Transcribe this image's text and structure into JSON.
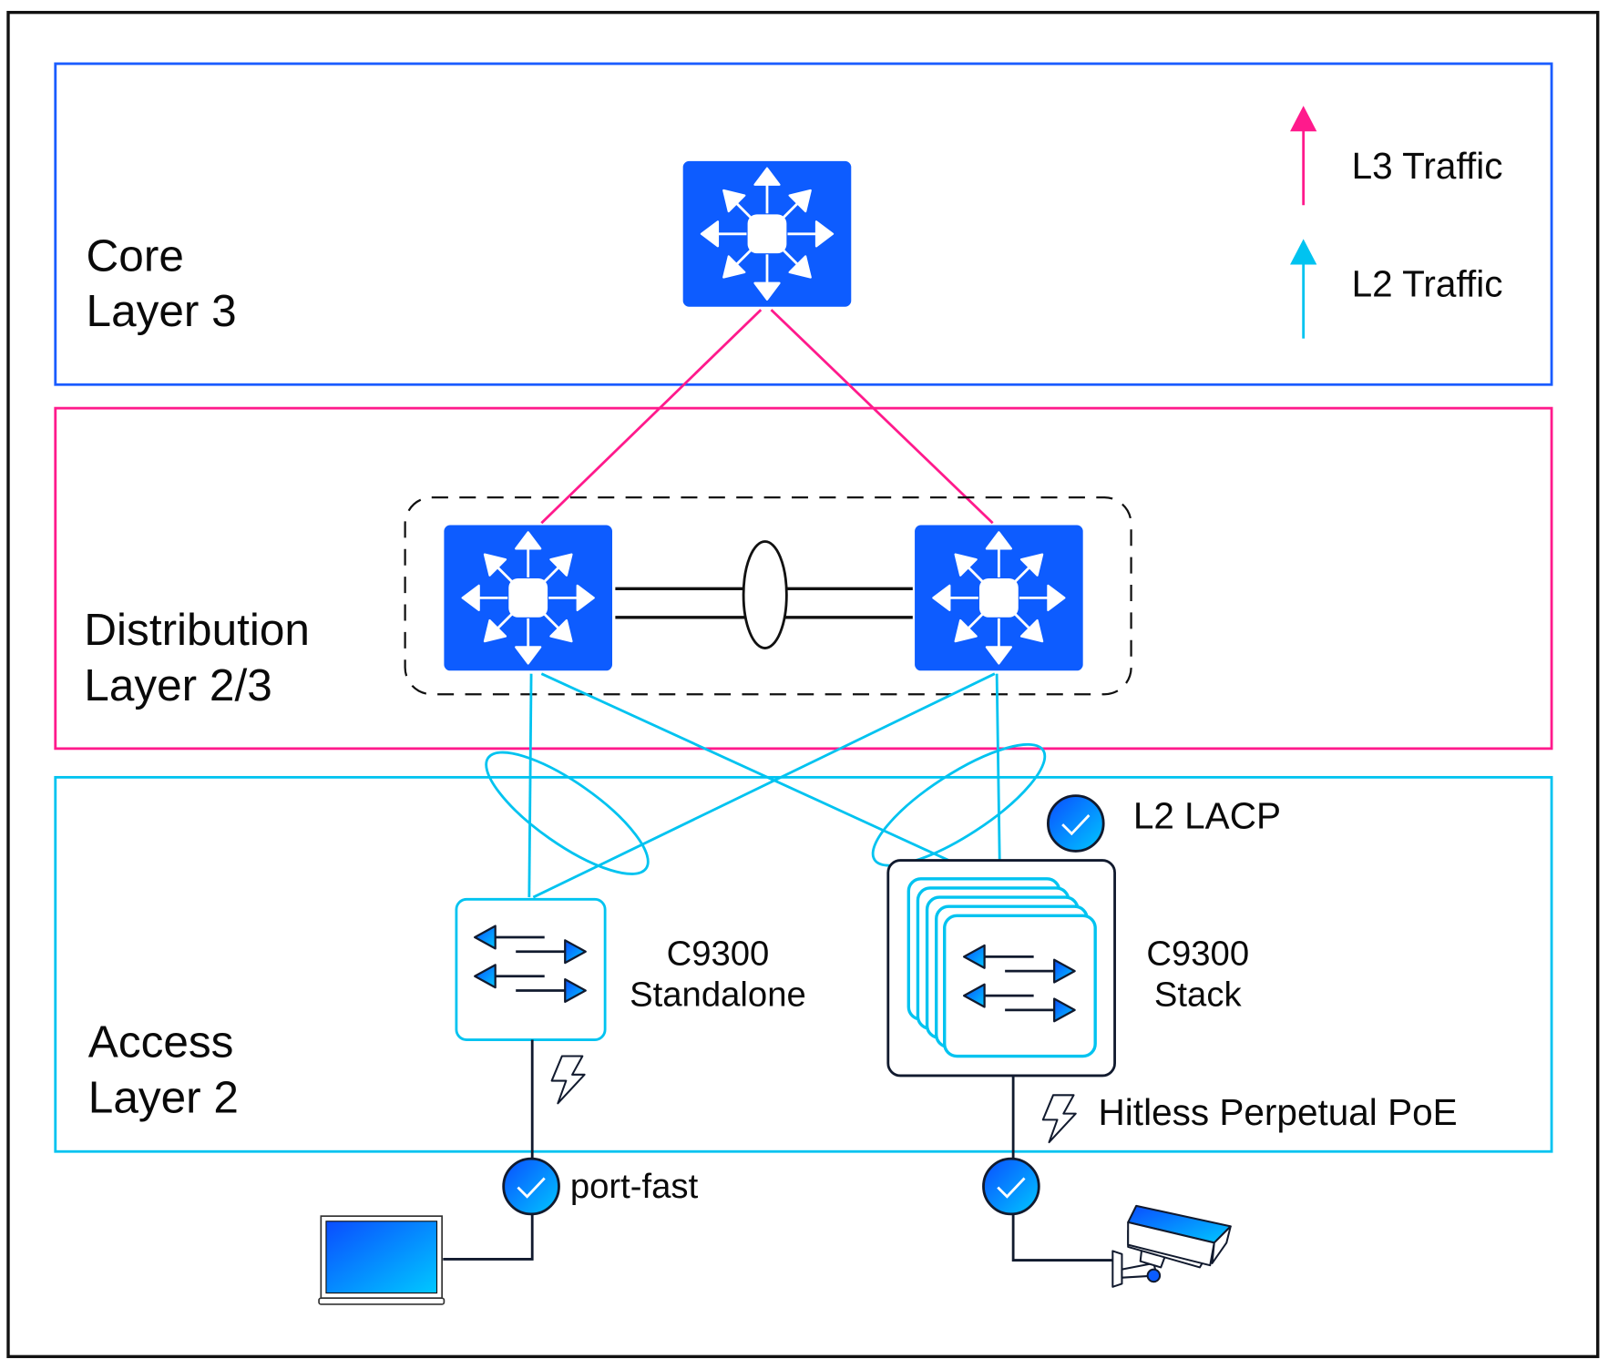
{
  "layers": {
    "core": {
      "line1": "Core",
      "line2": "Layer 3"
    },
    "distribution": {
      "line1": "Distribution",
      "line2": "Layer 2/3"
    },
    "access": {
      "line1": "Access",
      "line2": "Layer 2"
    }
  },
  "legend": {
    "l3": {
      "label": "L3 Traffic",
      "color": "#ff1a8c"
    },
    "l2": {
      "label": "L2 Traffic",
      "color": "#00c3f0"
    }
  },
  "devices": {
    "standalone": {
      "line1": "C9300",
      "line2": "Standalone"
    },
    "stack": {
      "line1": "C9300",
      "line2": "Stack"
    }
  },
  "annotations": {
    "lacp": "L2 LACP",
    "poe": "Hitless Perpetual PoE",
    "portfast": "port-fast"
  },
  "colors": {
    "core_border": "#1a5cff",
    "distribution_border": "#ff1a8c",
    "access_border": "#00c3f0",
    "switch_fill": "#0d5cff"
  },
  "icons": [
    "layer3-switch-icon",
    "layer2-switch-icon",
    "check-circle-icon",
    "lightning-icon",
    "laptop-icon",
    "camera-icon"
  ]
}
